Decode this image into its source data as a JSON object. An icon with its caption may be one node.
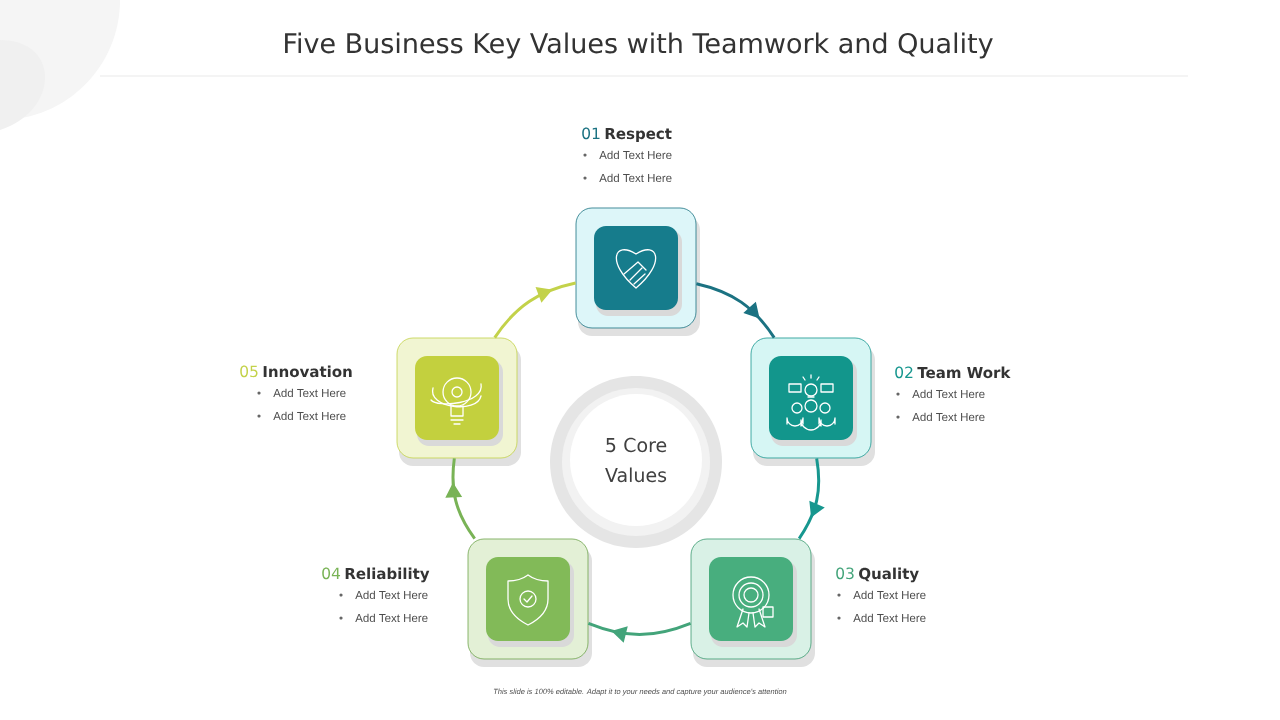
{
  "diagram": {
    "title": "Five Business Key Values with Teamwork and Quality",
    "caption": "This slide is 100% editable. Adapt it to your needs and capture your audience's attention",
    "nodes": [
      {
        "text": [
          "01",
          "Respect",
          "Add Text Here",
          "Add Text Here"
        ]
      },
      {
        "text": [
          "02",
          "Team Work",
          "Add Text Here",
          "Add Text Here"
        ]
      },
      {
        "text": [
          "03",
          "Quality",
          "Add Text Here",
          "Add Text Here"
        ]
      },
      {
        "text": [
          "04",
          "Reliability",
          "Add Text Here",
          "Add Text Here"
        ]
      },
      {
        "text": [
          "05",
          "Innovation",
          "Add Text Here",
          "Add Text Here"
        ]
      },
      {
        "text": [
          "5 Core Values"
        ]
      }
    ],
    "edges": [
      {
        "from": 0,
        "to": 1,
        "arrow": "to",
        "color": "#1b7282"
      },
      {
        "from": 1,
        "to": 2,
        "arrow": "to",
        "color": "#17978f"
      },
      {
        "from": 2,
        "to": 3,
        "arrow": "to",
        "color": "#43a47a"
      },
      {
        "from": 3,
        "to": 4,
        "arrow": "to",
        "color": "#79b356"
      },
      {
        "from": 4,
        "to": 0,
        "arrow": "to",
        "color": "#c3d24a"
      }
    ]
  }
}
